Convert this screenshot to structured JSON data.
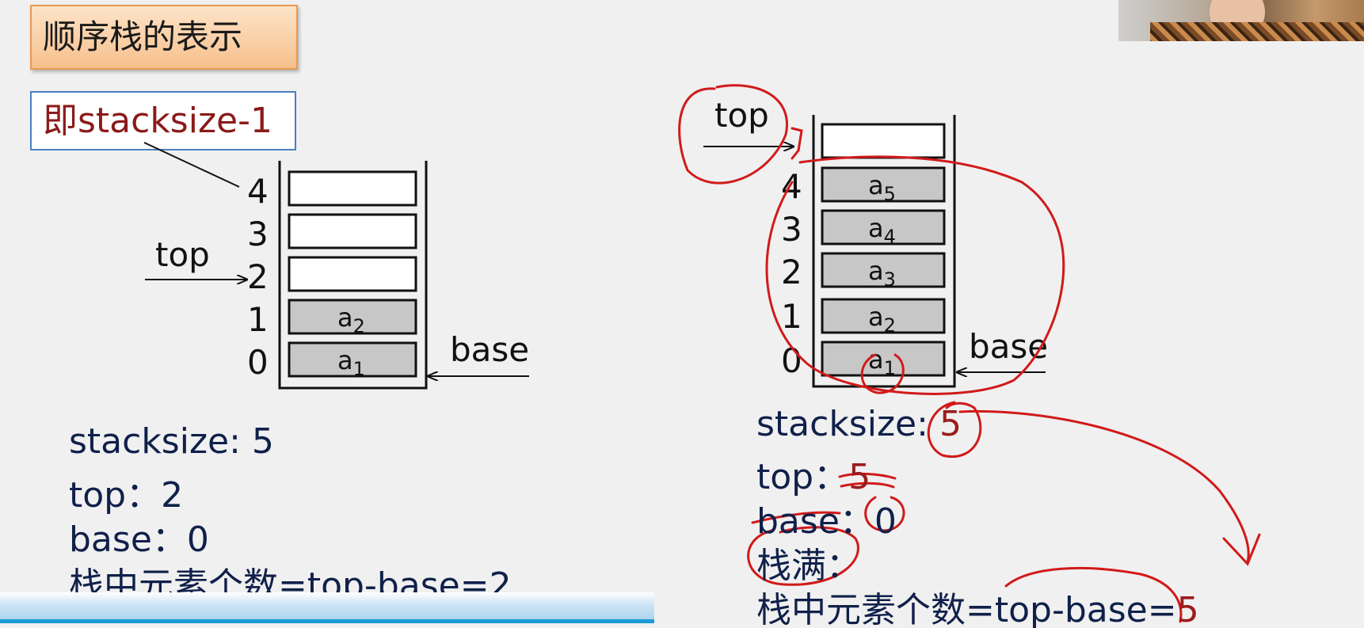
{
  "slide": {
    "title": "顺序栈的表示",
    "callout": "即stacksize-1"
  },
  "left_stack": {
    "indices": [
      "0",
      "1",
      "2",
      "3",
      "4"
    ],
    "cells": [
      "a1",
      "a2",
      "",
      "",
      ""
    ],
    "top_label": "top",
    "base_label": "base",
    "info": {
      "stacksize": "stacksize: 5",
      "top": "top：2",
      "base": "base：0",
      "count": "栈中元素个数=top-base=2"
    }
  },
  "right_stack": {
    "indices": [
      "0",
      "1",
      "2",
      "3",
      "4"
    ],
    "cells": [
      "a1",
      "a2",
      "a3",
      "a4",
      "a5"
    ],
    "top_label": "top",
    "base_label": "base",
    "info": {
      "stacksize_label": "stacksize: ",
      "stacksize_value": "5",
      "top_label": "top：",
      "top_value": "5",
      "base_label": "base：",
      "base_value": "0",
      "full": "栈满：",
      "count_label": "栈中元素个数=top-base=",
      "count_value": "5"
    }
  },
  "colors": {
    "text_navy": "#10204a",
    "text_red": "#9b1c1c",
    "ink_red": "#d11a1a",
    "cell_fill": "#c7c7c7",
    "title_fill": "#f7c08c",
    "callout_border": "#4a7ec2"
  }
}
